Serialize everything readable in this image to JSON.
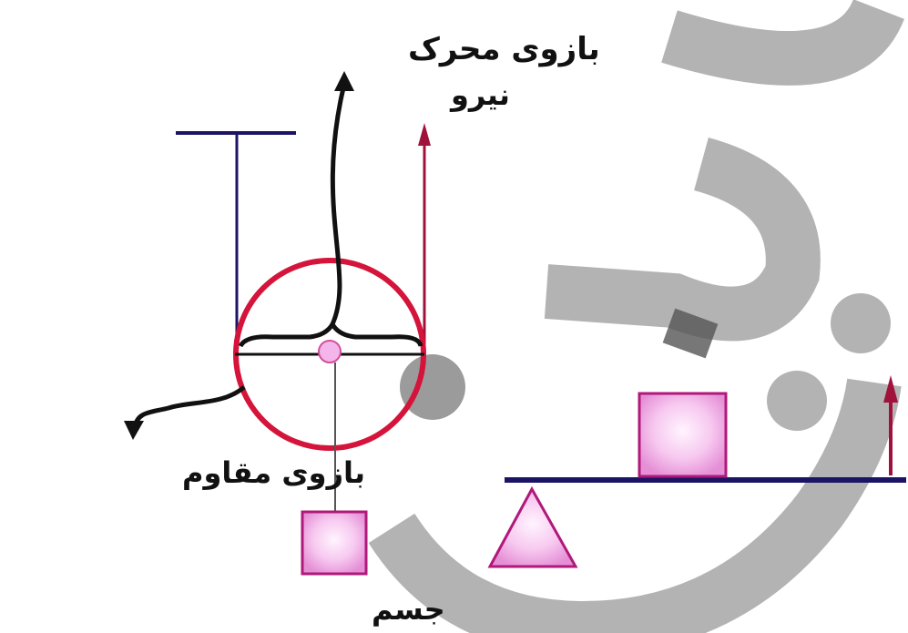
{
  "labels": {
    "effort_arm": "بازوی محرک",
    "force": "نیرو",
    "resistance_arm": "بازوی مقاوم",
    "object": "جسم"
  },
  "colors": {
    "navy": "#1b1464",
    "red": "#d4143a",
    "crimson": "#a0123c",
    "pink_fill": "#f4b6ea",
    "pink_center": "#fde9fb",
    "pink_stroke": "#b0197a",
    "watermark": "#9a9a9a"
  }
}
